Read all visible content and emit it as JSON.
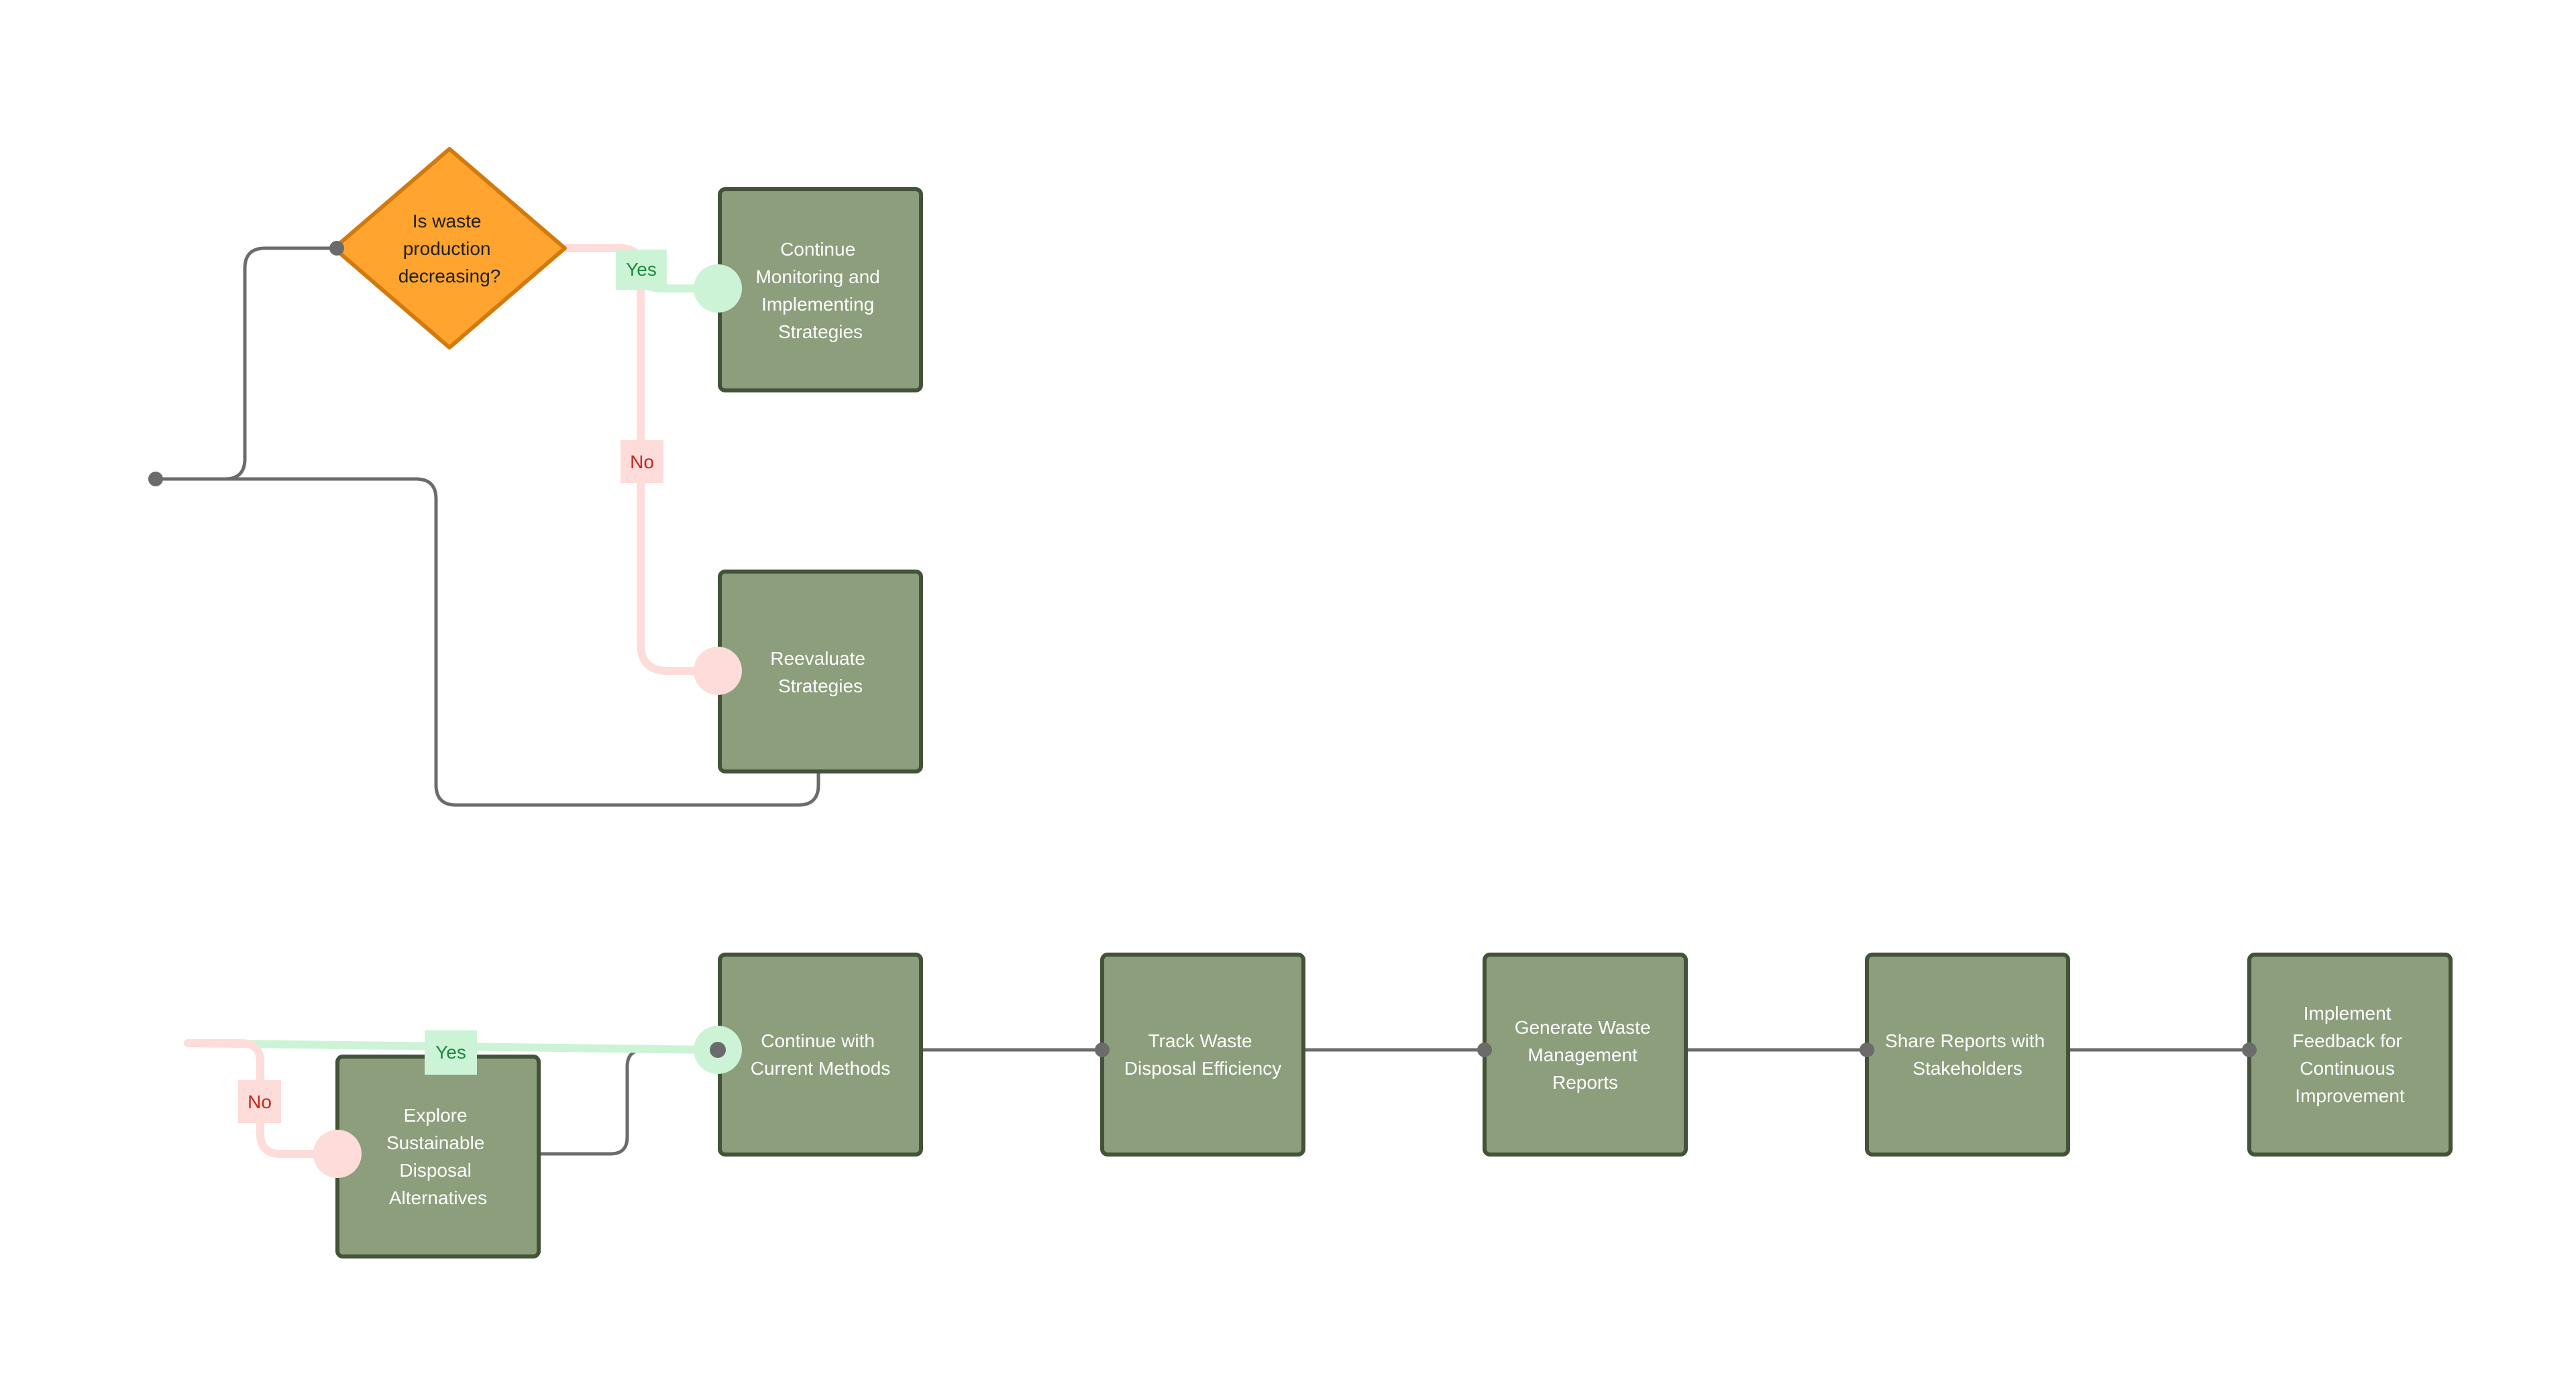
{
  "colors": {
    "canvas_bg": "#ffffff",
    "node_fill": "#8c9e7c",
    "node_stroke": "#435238",
    "decision_fill": "#ffa42e",
    "decision_stroke": "#d27a0e",
    "connector": "#6b6b6b",
    "yes_line": "#cdf3d6",
    "yes_label_bg": "#cdf3d6",
    "yes_label_text": "#1c8a3f",
    "no_line": "#fddcd9",
    "no_label_bg": "#fddcd9",
    "no_label_text": "#c3281c"
  },
  "decision": {
    "lines": [
      "Is waste",
      "production",
      "decreasing?"
    ]
  },
  "nodes": {
    "continue_monitoring": [
      "Continue",
      "Monitoring and",
      "Implementing",
      "Strategies"
    ],
    "reevaluate": [
      "Reevaluate",
      "Strategies"
    ],
    "explore": [
      "Explore",
      "Sustainable",
      "Disposal",
      "Alternatives"
    ],
    "continue_current": [
      "Continue with",
      "Current Methods"
    ],
    "track": [
      "Track Waste",
      "Disposal Efficiency"
    ],
    "generate": [
      "Generate Waste",
      "Management",
      "Reports"
    ],
    "share": [
      "Share Reports with",
      "Stakeholders"
    ],
    "implement": [
      "Implement",
      "Feedback for",
      "Continuous",
      "Improvement"
    ]
  },
  "edge_labels": {
    "top_yes": "Yes",
    "top_no": "No",
    "bottom_yes": "Yes",
    "bottom_no": "No"
  }
}
